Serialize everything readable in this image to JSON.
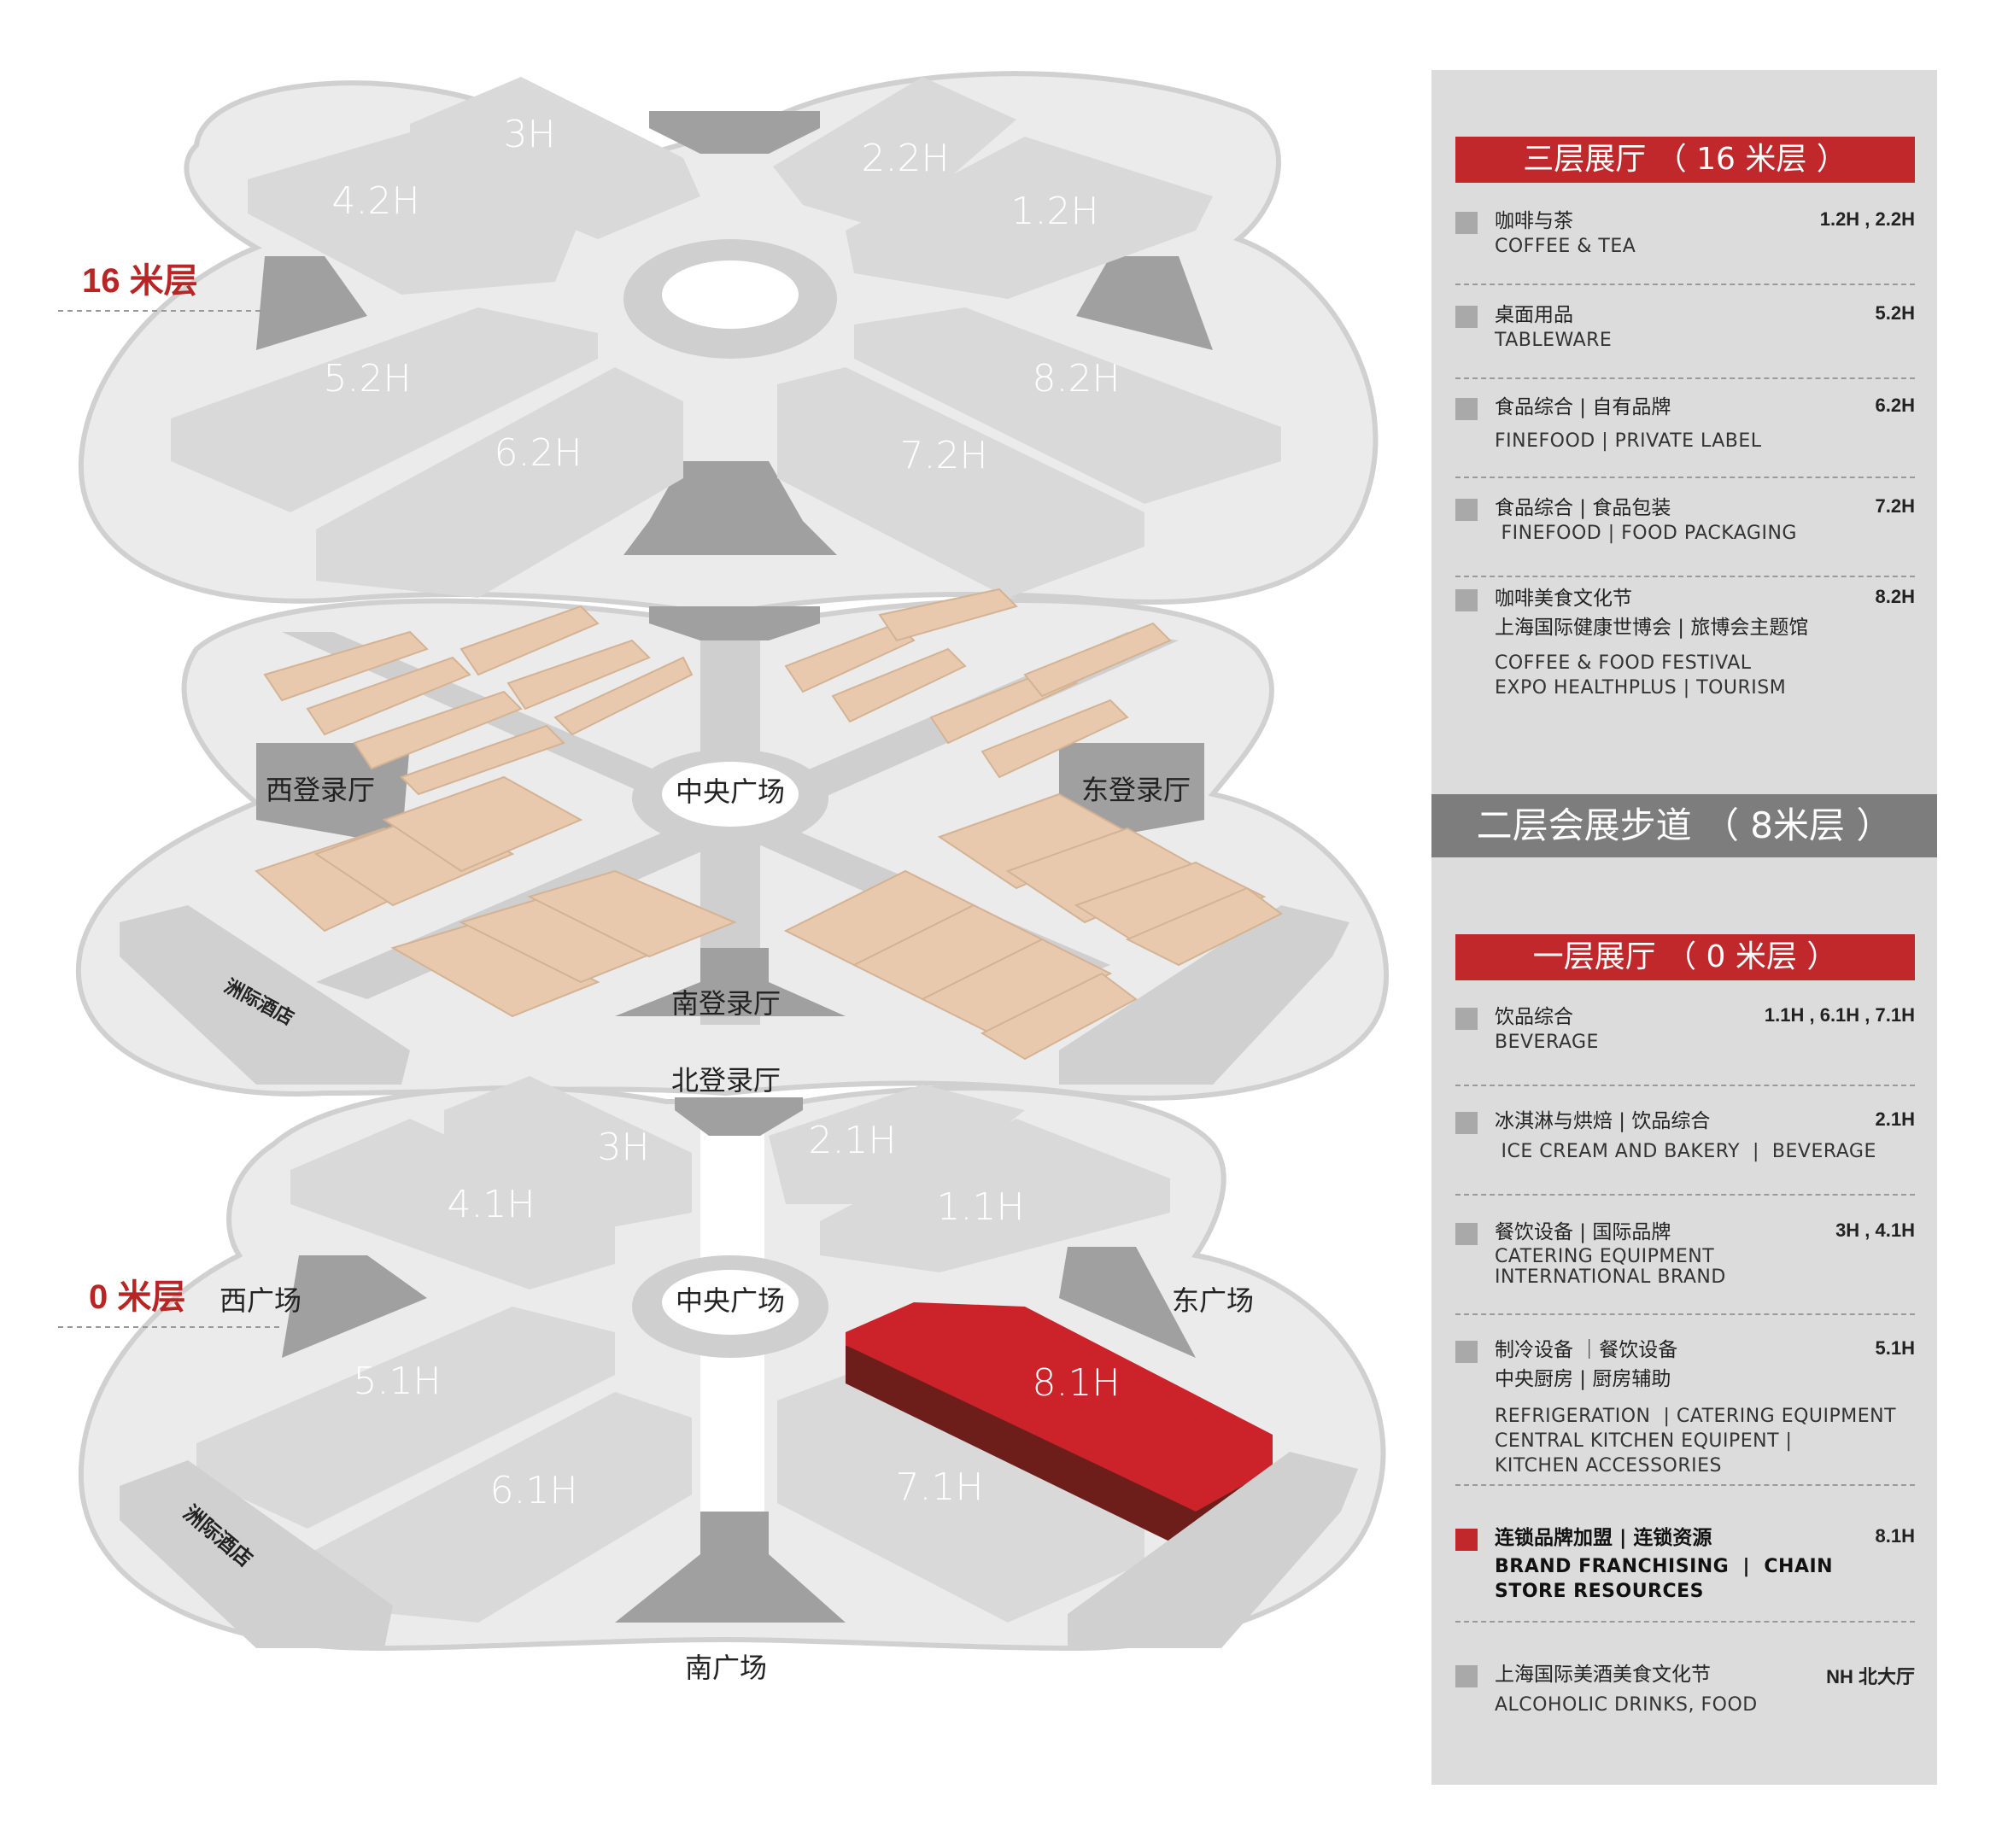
{
  "floor_labels": {
    "top": "16 米层",
    "bottom": "0 米层"
  },
  "top_halls": [
    "3H",
    "4.2H",
    "2.2H",
    "1.2H",
    "5.2H",
    "6.2H",
    "8.2H",
    "7.2H"
  ],
  "mid_plazas": {
    "center": "中央广场",
    "west": "西登录厅",
    "east": "东登录厅",
    "south": "南登录厅",
    "hotel": "洲际酒店"
  },
  "bottom_halls": [
    "3H",
    "4.1H",
    "2.1H",
    "1.1H",
    "5.1H",
    "6.1H",
    "8.1H",
    "7.1H"
  ],
  "bottom_plazas": {
    "north": "北登录厅",
    "center": "中央广场",
    "west": "西广场",
    "east": "东广场",
    "south": "南广场",
    "hotel": "洲际酒店"
  },
  "legend": {
    "section1": "三层展厅 （ 16 米层 ）",
    "section1_entries": [
      {
        "zh": "咖啡与茶",
        "en": "COFFEE & TEA",
        "hall": "1.2H , 2.2H"
      },
      {
        "zh": "桌面用品",
        "en": "TABLEWARE",
        "hall": "5.2H"
      },
      {
        "zh": "食品综合 | 自有品牌",
        "en": "FINEFOOD | PRIVATE LABEL",
        "hall": "6.2H"
      },
      {
        "zh": "食品综合 | 食品包装",
        "en": " FINEFOOD | FOOD PACKAGING",
        "hall": "7.2H"
      },
      {
        "zh": "咖啡美食文化节",
        "zh2": "上海国际健康世博会 | 旅博会主题馆",
        "en": "COFFEE & FOOD FESTIVAL\nEXPO HEALTHPLUS | TOURISM",
        "hall": "8.2H"
      }
    ],
    "section2": "二层会展步道 （ 8米层 ）",
    "section3": "一层展厅 （ 0 米层 ）",
    "section3_entries": [
      {
        "zh": "饮品综合",
        "en": "BEVERAGE",
        "hall": "1.1H , 6.1H , 7.1H"
      },
      {
        "zh": "冰淇淋与烘焙 | 饮品综合",
        "en": " ICE CREAM AND BAKERY  |  BEVERAGE",
        "hall": "2.1H"
      },
      {
        "zh": "餐饮设备 | 国际品牌",
        "en": "CATERING EQUIPMENT\nINTERNATIONAL BRAND",
        "hall": "3H , 4.1H"
      },
      {
        "zh": "制冷设备 ｜餐饮设备",
        "zh2": "中央厨房 | 厨房辅助",
        "en": "REFRIGERATION  | CATERING EQUIPMENT\nCENTRAL KITCHEN EQUIPENT |\nKITCHEN ACCESSORIES",
        "hall": "5.1H"
      },
      {
        "zh": "连锁品牌加盟 | 连锁资源",
        "en": "BRAND FRANCHISING  |  CHAIN\nSTORE RESOURCES",
        "hall": "8.1H"
      },
      {
        "zh": "上海国际美酒美食文化节",
        "en": "ALCOHOLIC DRINKS, FOOD",
        "hall": "NH 北大厅"
      }
    ]
  },
  "colors": {
    "hall": "#d9d9d9",
    "hall_side": "#b8b8b8",
    "dark": "#a0a0a0",
    "highlight": "#cc2229",
    "booth": "#e8c9ad",
    "accent": "#c0282b"
  }
}
